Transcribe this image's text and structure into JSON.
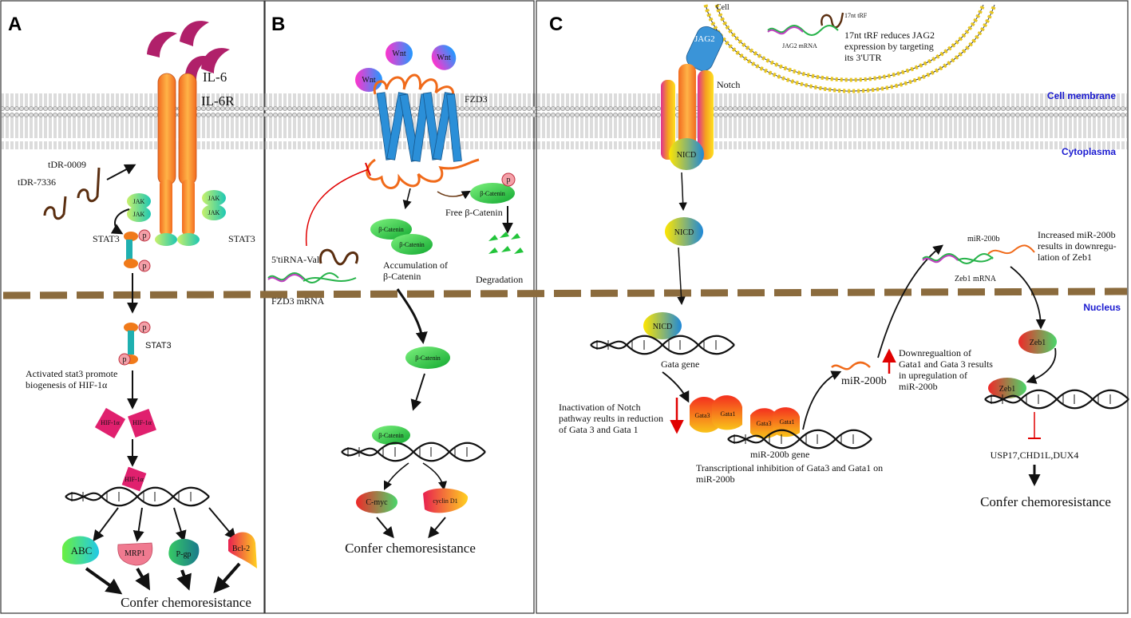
{
  "panels": {
    "a": "A",
    "b": "B",
    "c": "C"
  },
  "zones": {
    "cell_membrane": "Cell membrane",
    "cytoplasma": "Cytoplasma",
    "nucleus": "Nucleus"
  },
  "panel_a": {
    "il6": "IL-6",
    "il6r": "IL-6R",
    "tdr0009": "tDR-0009",
    "tdr7336": "tDR-7336",
    "jak": "JAK",
    "stat3": "STAT3",
    "stat3_bold": "STAT3",
    "p": "p",
    "activated_line1": "Activated stat3 promote",
    "activated_line2": "biogenesis of HIF-1α",
    "hif": "HIF-1α",
    "abc": "ABC",
    "mrp1": "MRP1",
    "pgp": "P-gp",
    "bcl2": "Bcl-2",
    "confer": "Confer chemoresistance"
  },
  "panel_b": {
    "wnt": "Wnt",
    "fzd3": "FZD3",
    "beta": "β-Catenin",
    "free_beta": "Free β-Catenin",
    "degradation": "Degradation",
    "tirna": "5'tiRNA-Val",
    "accum_line1": "Accumulation of",
    "accum_line2": "β-Catenin",
    "fzd3_mrna": "FZD3 mRNA",
    "cmyc": "C-myc",
    "cyclin": "cyclin D1",
    "confer": "Confer chemoresistance"
  },
  "panel_c": {
    "cell": "Cell",
    "trf_small": "17nt tRF",
    "jag2_mrna": "JAG2 mRNA",
    "trf_line1": "17nt tRF reduces JAG2",
    "trf_line2": "expression by  targeting",
    "trf_line3": "its 3'UTR",
    "jag2": "JAG2",
    "notch": "Notch",
    "nicd": "NICD",
    "gata_gene": "Gata gene",
    "gata3": "Gata3",
    "gata1": "Gata1",
    "inact_line1": "Inactivation of  Notch",
    "inact_line2": "pathway reults in reduction",
    "inact_line3": "of Gata 3 and  Gata 1",
    "mir_gene": "miR-200b gene",
    "trans_line1": "Transcriptional inhibition of  Gata3 and Gata1 on",
    "trans_line2": "miR-200b",
    "mir200b": "miR-200b",
    "down_line1": "Downregualtion of",
    "down_line2": "Gata1 and Gata 3 results",
    "down_line3": "in upregulation of",
    "down_line4": "miR-200b",
    "mir_small": "miR-200b",
    "zeb1_mrna": "Zeb1 mRNA",
    "inc_line1": "Increased miR-200b",
    "inc_line2": "results in downregu-",
    "inc_line3": "lation of Zeb1",
    "zeb1": "Zeb1",
    "usp": "USP17,CHD1L,DUX4",
    "confer": "Confer chemoresistance"
  },
  "colors": {
    "membrane_line": "#555555",
    "nucleus_dash": "#8b6b3d",
    "zone_label": "#1a1ad0",
    "red_arrow": "#e00000",
    "green": "#22c43a",
    "magenta": "#c02070",
    "orange": "#f28a1a"
  }
}
